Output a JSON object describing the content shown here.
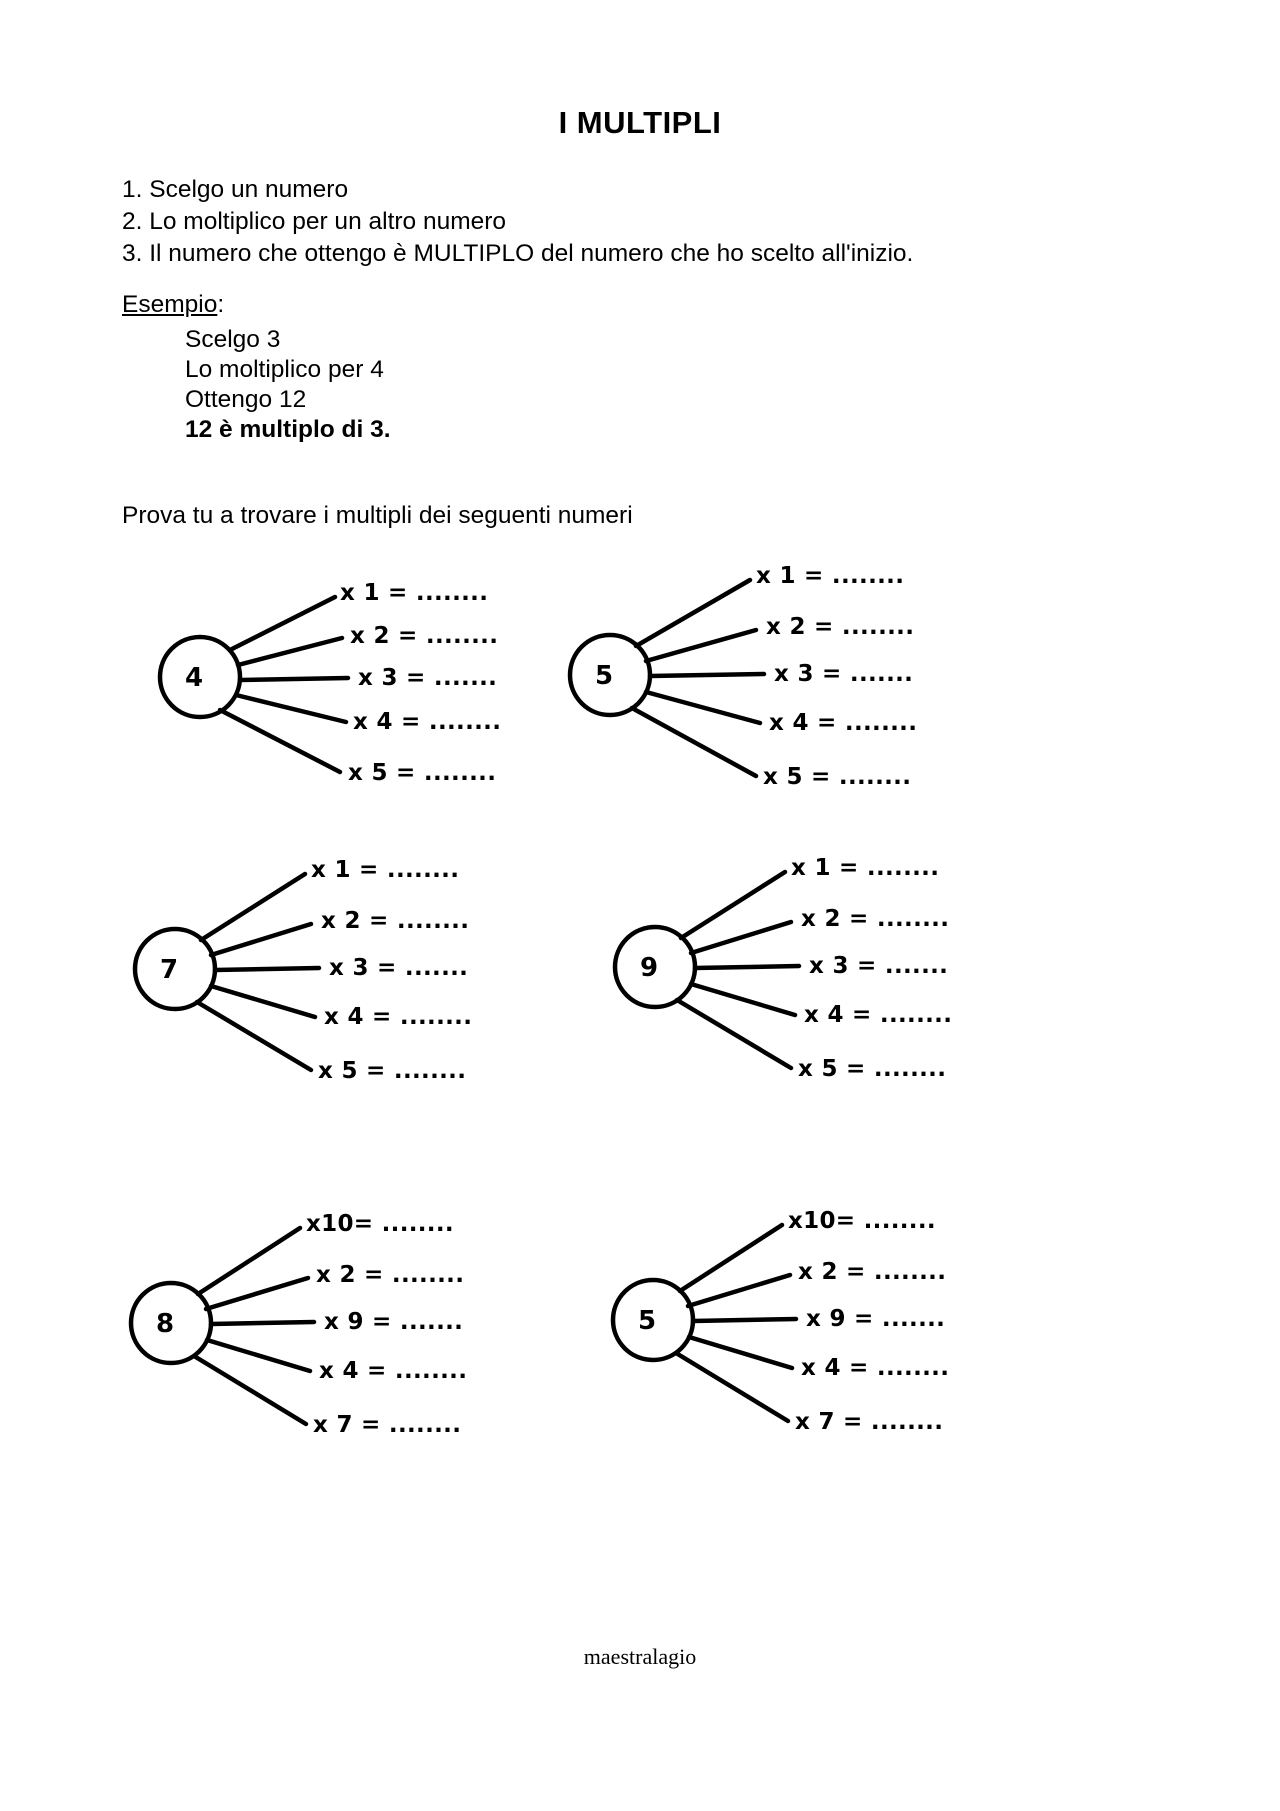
{
  "document": {
    "title": "I MULTIPLI",
    "footer": "maestralagio"
  },
  "rules": [
    "1. Scelgo un numero",
    "2. Lo moltiplico per un altro numero",
    "3. Il numero che ottengo è MULTIPLO del numero che ho scelto all'inizio."
  ],
  "example": {
    "heading_label": "Esempio",
    "heading_colon": ":",
    "lines": [
      "Scelgo 3",
      "Lo moltiplico per 4",
      "Ottengo 12"
    ],
    "conclusion": "12 è multiplo di 3."
  },
  "prompt": "Prova tu a trovare i multipli dei seguenti numeri",
  "diagrams": [
    {
      "number": "4",
      "legs": [
        "x 1 = ........",
        "x 2 = ........",
        "x 3 = .......",
        "x 4 = ........",
        "x 5 = ........"
      ]
    },
    {
      "number": "5",
      "legs": [
        "x 1 = ........",
        "x 2 = ........",
        "x 3 = .......",
        "x 4 = ........",
        "x 5 = ........"
      ]
    },
    {
      "number": "7",
      "legs": [
        "x 1 = ........",
        "x 2 = ........",
        "x 3 = .......",
        "x 4 = ........",
        "x 5 = ........"
      ]
    },
    {
      "number": "9",
      "legs": [
        "x 1 = ........",
        "x 2 = ........",
        "x 3 = .......",
        "x 4 = ........",
        "x 5 = ........"
      ]
    },
    {
      "number": "8",
      "legs": [
        "x10= ........",
        "x 2 = ........",
        "x 9 = .......",
        "x 4 = ........",
        "x 7 = ........"
      ]
    },
    {
      "number": "5",
      "legs": [
        "x10= ........",
        "x 2 = ........",
        "x 9 = .......",
        "x 4 = ........",
        "x 7 = ........"
      ]
    }
  ],
  "colors": {
    "ink": "#000000",
    "paper": "#ffffff"
  }
}
